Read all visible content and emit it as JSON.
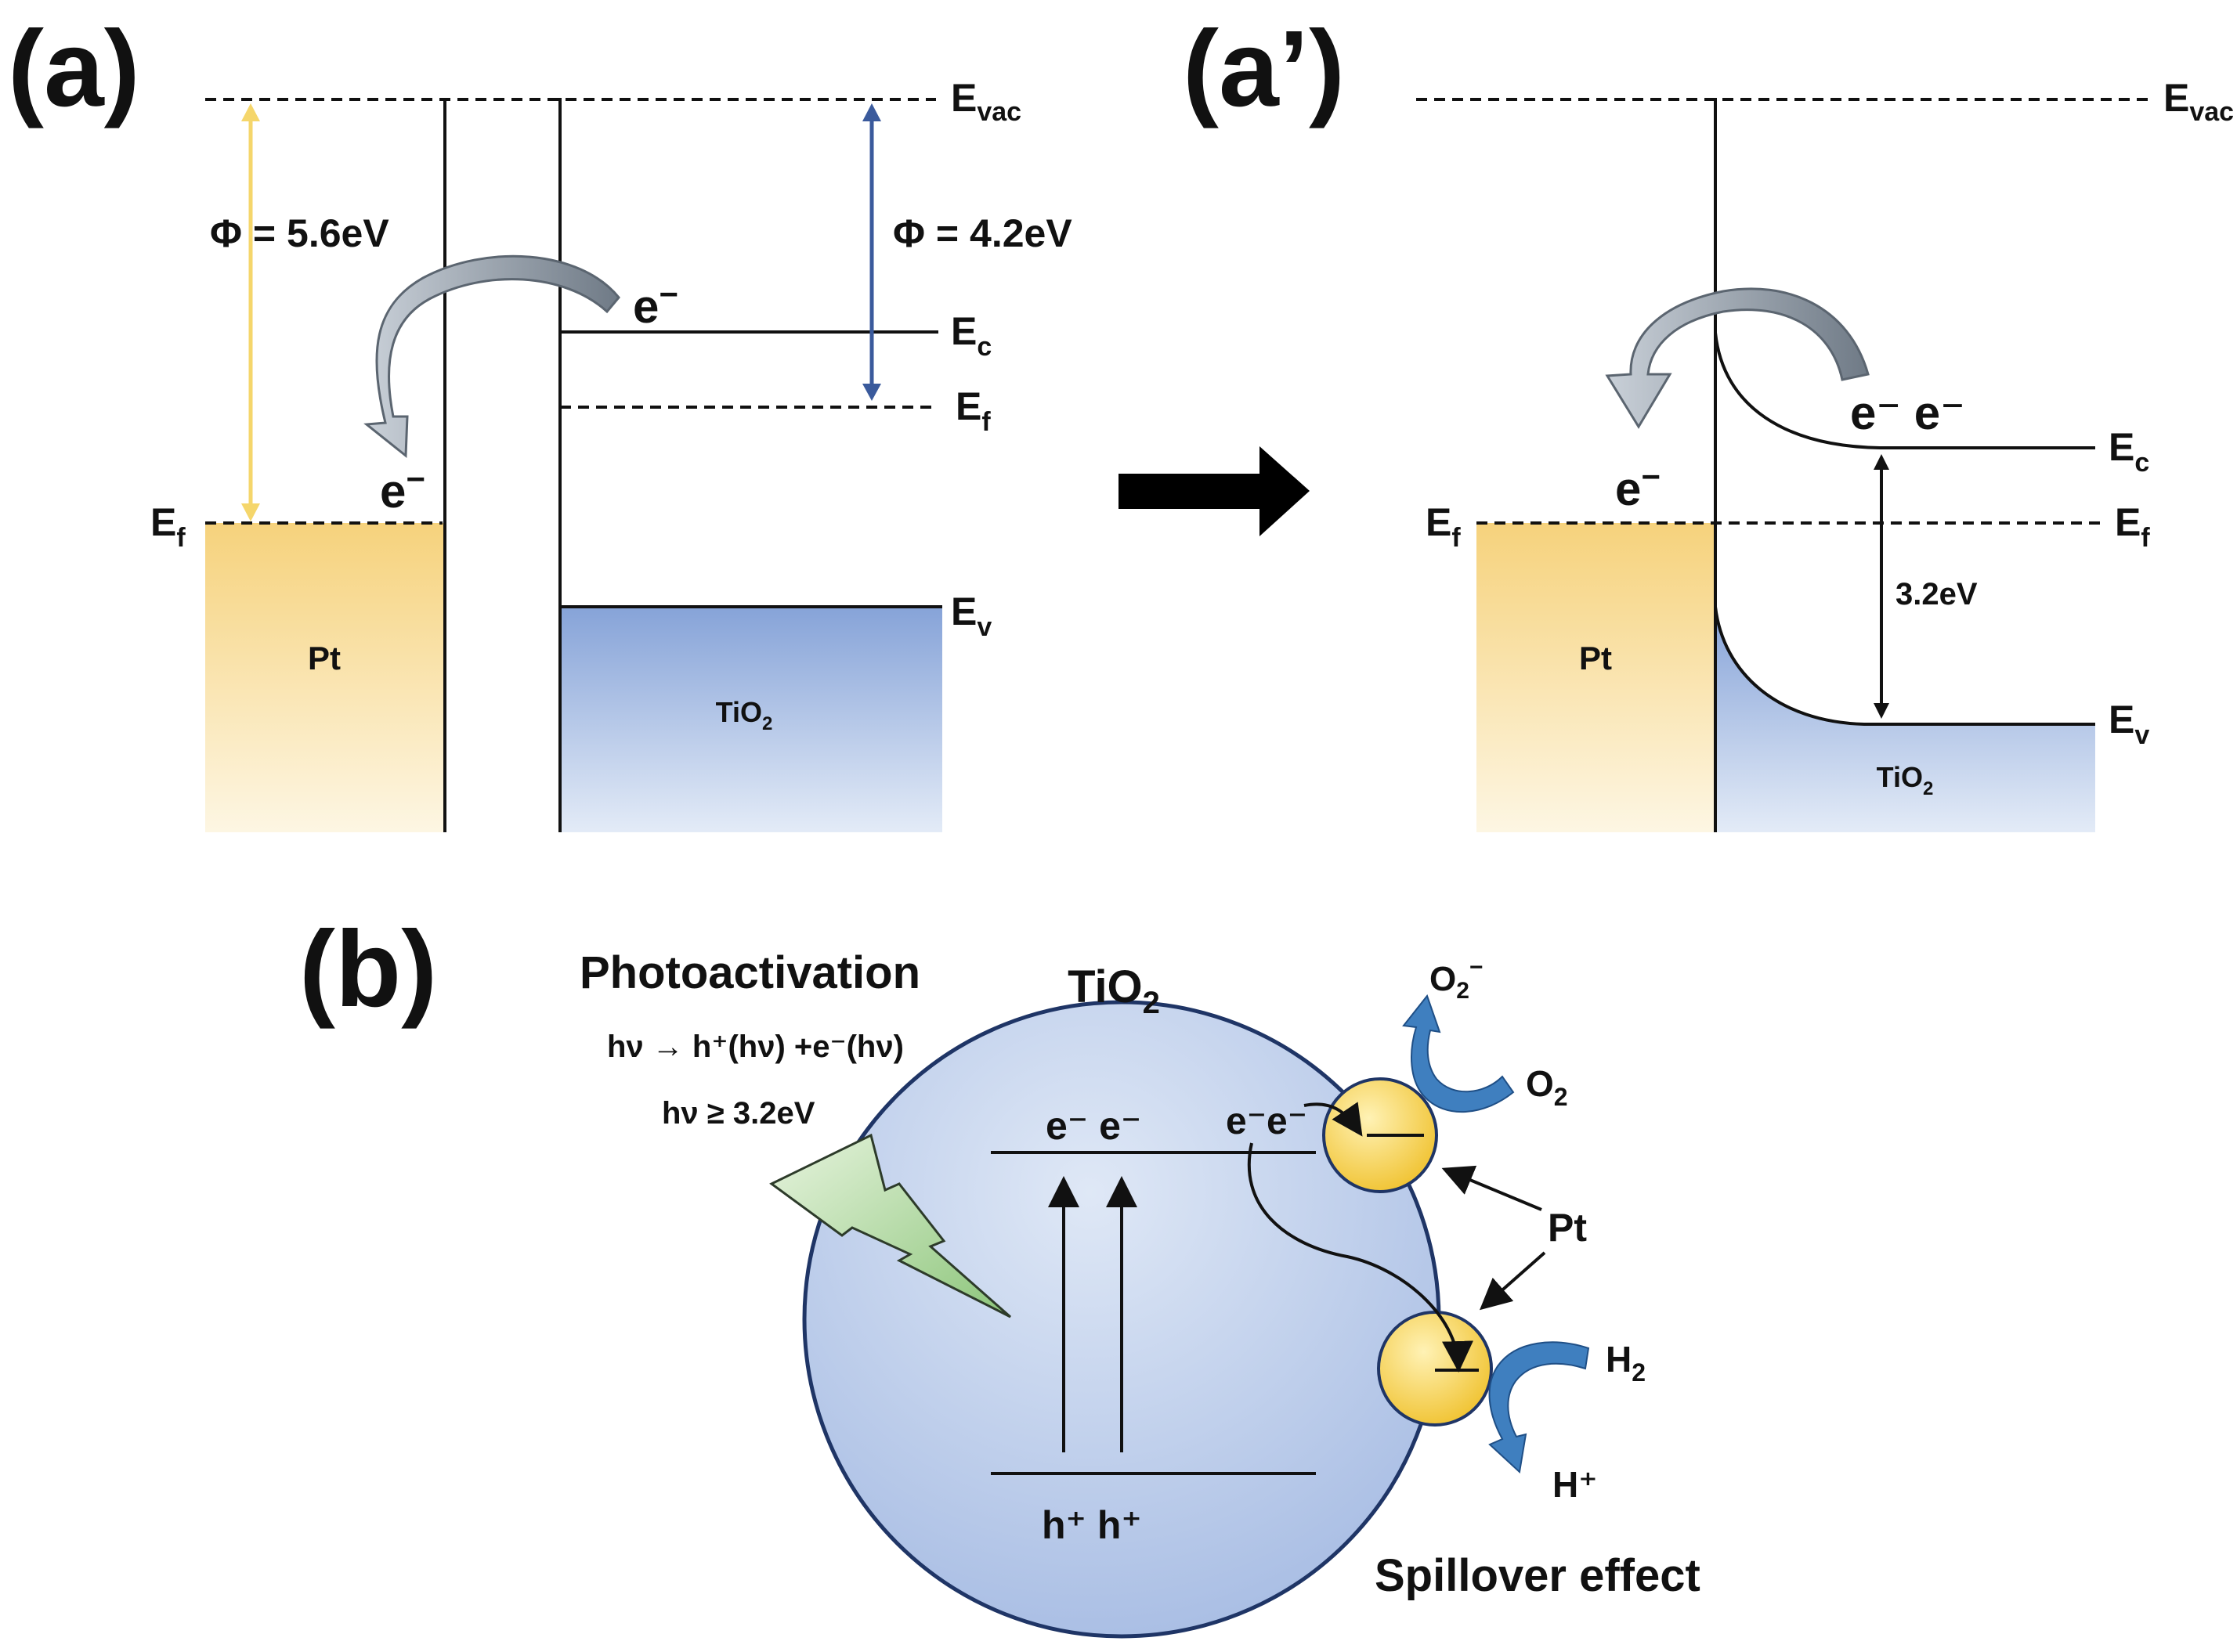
{
  "panels": {
    "a": "(a)",
    "a_prime": "(a’)",
    "b": "(b)"
  },
  "levels": {
    "e": "E",
    "vac_sub": "vac",
    "c_sub": "c",
    "f_sub": "f",
    "v_sub": "v"
  },
  "panel_a": {
    "pt_work_function": "Φ =  5.6eV",
    "tio2_work_function": "Φ = 4.2eV",
    "electron": "e",
    "electron_sup": "−",
    "pt_label": "Pt",
    "tio2_label_main": "TiO",
    "tio2_label_sub": "2"
  },
  "panel_a_prime": {
    "band_gap": "3.2eV",
    "electrons": "e⁻ e⁻",
    "electron": "e",
    "electron_sup": "−",
    "pt_label": "Pt",
    "tio2_label_main": "TiO",
    "tio2_label_sub": "2"
  },
  "panel_b": {
    "photoactivation_title": "Photoactivation",
    "reaction": "hν → h⁺(hν) +e⁻(hν)",
    "threshold": "hν ≥ 3.2eV",
    "tio2_main": "TiO",
    "tio2_sub": "2",
    "cb_electrons": "e⁻ e⁻",
    "surface_electrons": "e⁻e⁻",
    "holes": "h⁺  h⁺",
    "o2_minus_main": "O",
    "o2_minus_sub": "2",
    "o2_minus_sup": "−",
    "o2_main": "O",
    "o2_sub": "2",
    "pt_label": "Pt",
    "h2_main": "H",
    "h2_sub": "2",
    "h_plus": "H⁺",
    "spillover": "Spillover effect"
  },
  "colors": {
    "pt_fill": "#f7d98a",
    "tio2_fill": "#8fa9db",
    "yellow_arrow": "#f5d66b",
    "blue_arrow": "#3a5a9c",
    "green_flash": "#a9d39a",
    "curved_blue_arrow": "#3f7fbf",
    "gray_arrow": "#9aa3ad"
  }
}
